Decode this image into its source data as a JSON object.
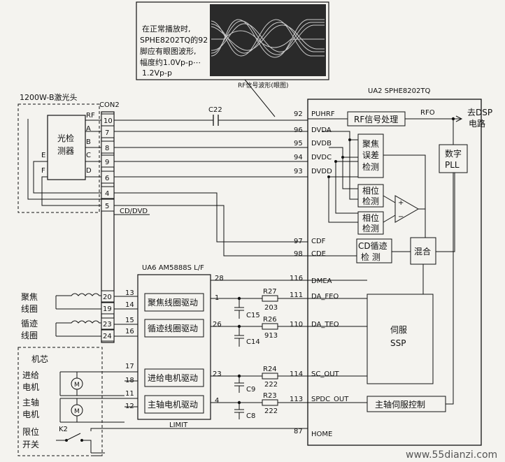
{
  "scope": {
    "note_lines": [
      "在正常播放时,",
      "SPHE8202TQ的92",
      "脚应有眼图波形,",
      "幅度约1.0Vp-p⋯",
      "1.2Vp-p"
    ],
    "caption": "RF信号波形(眼图)"
  },
  "laser": {
    "title": "1200W-B激光头",
    "detector": [
      "光检",
      "测器"
    ],
    "sig_labels": [
      "RF",
      "A",
      "B",
      "C",
      "D",
      "E",
      "F"
    ]
  },
  "con2": {
    "title": "CON2",
    "pins_top": [
      "10",
      "7",
      "8",
      "9",
      "6",
      "4",
      "5"
    ],
    "pins_coil": [
      "20",
      "19",
      "23",
      "24"
    ],
    "pins_motor": [
      "17",
      "18",
      "11",
      "12"
    ]
  },
  "labels": {
    "c22": "C22",
    "cd_dvd": "CD/DVD",
    "limit": "LIMIT",
    "k2": "K2"
  },
  "ua2": {
    "title": "UA2 SPHE8202TQ",
    "pins": [
      {
        "num": "92",
        "name": "PUHRF"
      },
      {
        "num": "96",
        "name": "DVDA"
      },
      {
        "num": "95",
        "name": "DVDB"
      },
      {
        "num": "94",
        "name": "DVDC"
      },
      {
        "num": "93",
        "name": "DVDD"
      },
      {
        "num": "97",
        "name": "CDF"
      },
      {
        "num": "98",
        "name": "CDE"
      },
      {
        "num": "116",
        "name": "DMEA"
      },
      {
        "num": "111",
        "name": "DA_FEO"
      },
      {
        "num": "110",
        "name": "DA_TEO"
      },
      {
        "num": "114",
        "name": "SC_OUT"
      },
      {
        "num": "113",
        "name": "SPDC_OUT"
      },
      {
        "num": "87",
        "name": "HOME"
      }
    ],
    "rf_block": "RF信号处理",
    "rfo": "RFO",
    "to_dsp": [
      "去DSP",
      "电路"
    ],
    "focus_err": [
      "聚焦",
      "误差",
      "检测"
    ],
    "phase1": [
      "相位",
      "检测"
    ],
    "phase2": [
      "相位",
      "检测"
    ],
    "pll": [
      "数字",
      "PLL"
    ],
    "cd_track": [
      "CD循迹",
      "检  测"
    ],
    "mix": "混合",
    "servo": [
      "伺服",
      "SSP"
    ],
    "spindle_ctrl": "主轴伺服控制"
  },
  "ua6": {
    "title": "UA6 AM5888S L/F",
    "focus_drv": "聚焦线圈驱动",
    "track_drv": "循迹线圈驱动",
    "feed_drv": "进给电机驱动",
    "spindle_drv": "主轴电机驱动",
    "pins": [
      "28",
      "13",
      "14",
      "1",
      "15",
      "16",
      "26",
      "17",
      "18",
      "23",
      "11",
      "12",
      "4"
    ]
  },
  "coils": {
    "focus": [
      "聚焦",
      "线圈"
    ],
    "track": [
      "循迹",
      "线圈"
    ]
  },
  "mech": {
    "title": "机芯",
    "feed_motor": [
      "进给",
      "电机"
    ],
    "spindle_motor": [
      "主轴",
      "电机"
    ],
    "limit_sw": [
      "限位",
      "开关"
    ],
    "motor_symbol": "M"
  },
  "passives": [
    {
      "ref": "R27",
      "val": "203",
      "cap": "C15"
    },
    {
      "ref": "R26",
      "val": "913",
      "cap": "C14"
    },
    {
      "ref": "R24",
      "val": "222",
      "cap": "C9"
    },
    {
      "ref": "R23",
      "val": "222",
      "cap": "C8"
    }
  ],
  "watermark": "www.55dianzi.com"
}
